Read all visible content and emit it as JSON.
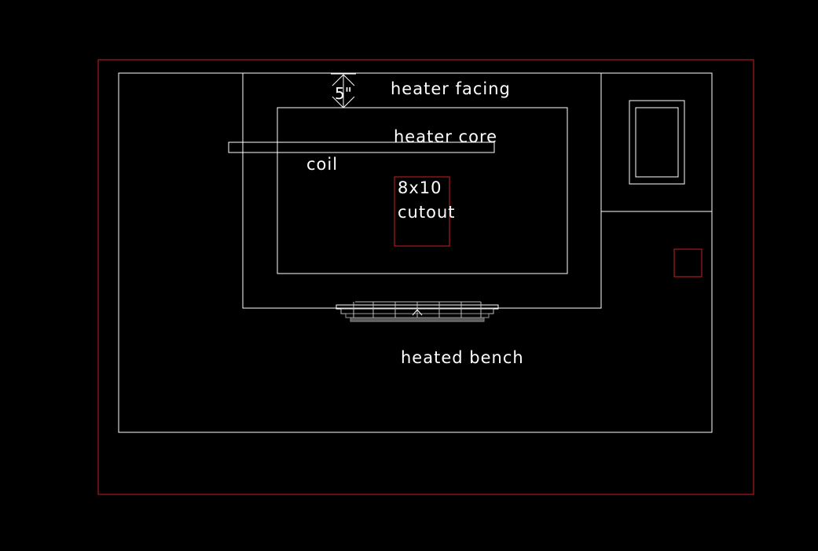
{
  "labels": {
    "heater_facing": "heater facing",
    "heater_core": "heater core",
    "coil": "coil",
    "cutout_line1": "8x10",
    "cutout_line2": "cutout",
    "heated_bench": "heated bench",
    "dimension": "5\""
  },
  "colors": {
    "background": "#000000",
    "line": "#ffffff",
    "border": "#cc1f1f",
    "hatch": "#9a9a9a"
  }
}
